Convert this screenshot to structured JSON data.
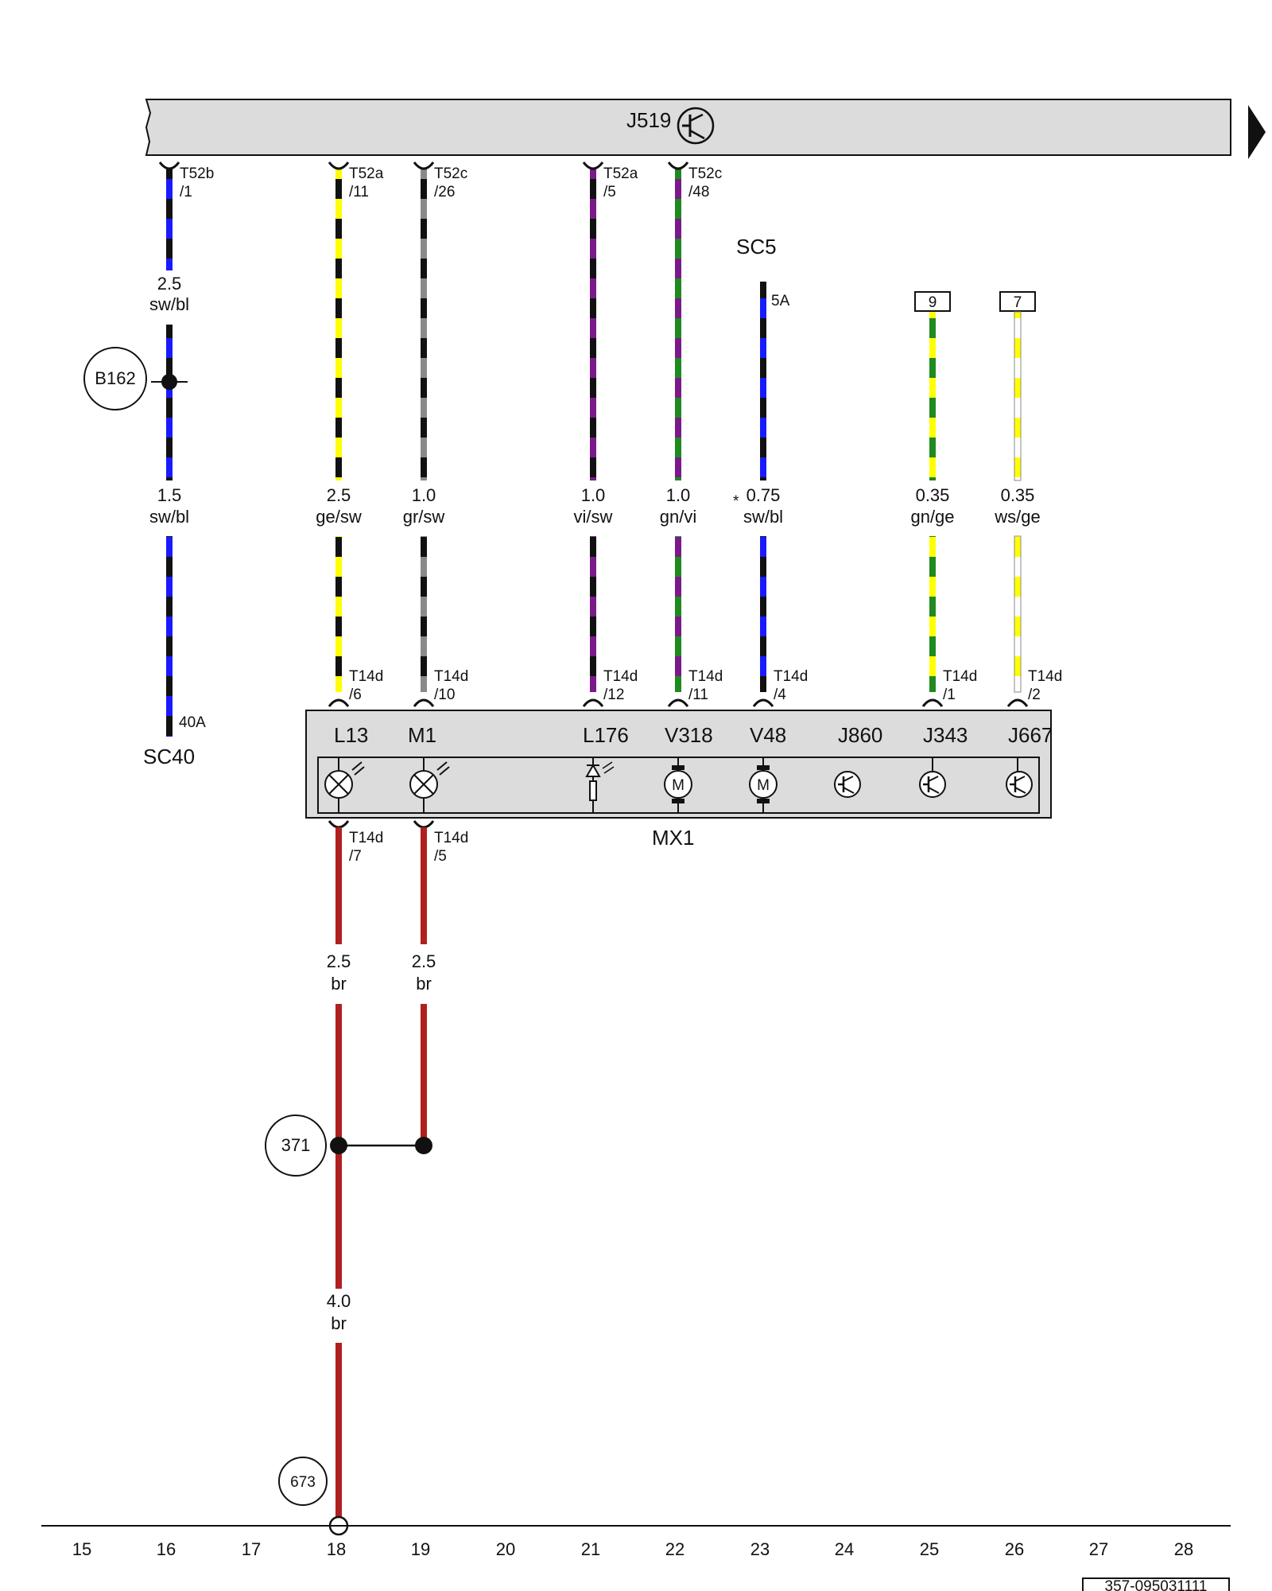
{
  "control_unit": {
    "name": "J519"
  },
  "fuse_top": {
    "name": "SC5",
    "rating": "5A"
  },
  "fuse_bottom": {
    "name": "SC40",
    "rating": "40A"
  },
  "module": {
    "name": "MX1",
    "components": [
      {
        "id": "L13",
        "type": "lamp"
      },
      {
        "id": "M1",
        "type": "lamp"
      },
      {
        "id": "L176",
        "type": "led"
      },
      {
        "id": "V318",
        "type": "motor"
      },
      {
        "id": "V48",
        "type": "motor"
      },
      {
        "id": "J860",
        "type": "control"
      },
      {
        "id": "J343",
        "type": "control"
      },
      {
        "id": "J667",
        "type": "control"
      }
    ]
  },
  "wires": [
    {
      "upper_pin": "T52b",
      "upper_sub": "/1",
      "size1": "2.5",
      "color1": "sw/bl",
      "size2": "1.5",
      "color2": "sw/bl",
      "colors": [
        "#111111",
        "#1a1aff"
      ]
    },
    {
      "upper_pin": "T52a",
      "upper_sub": "/11",
      "size": "2.5",
      "color": "ge/sw",
      "lower_pin": "T14d",
      "lower_sub": "/6",
      "colors": [
        "#ffff00",
        "#111111"
      ]
    },
    {
      "upper_pin": "T52c",
      "upper_sub": "/26",
      "size": "1.0",
      "color": "gr/sw",
      "lower_pin": "T14d",
      "lower_sub": "/10",
      "colors": [
        "#8a8a8a",
        "#111111"
      ]
    },
    {
      "upper_pin": "T52a",
      "upper_sub": "/5",
      "size": "1.0",
      "color": "vi/sw",
      "lower_pin": "T14d",
      "lower_sub": "/12",
      "colors": [
        "#7a1a8a",
        "#111111"
      ]
    },
    {
      "upper_pin": "T52c",
      "upper_sub": "/48",
      "size": "1.0",
      "color": "gn/vi",
      "lower_pin": "T14d",
      "lower_sub": "/11",
      "colors": [
        "#1f8a1f",
        "#7a1a8a"
      ]
    },
    {
      "size": "0.75",
      "color": "sw/bl",
      "marker": "*",
      "lower_pin": "T14d",
      "lower_sub": "/4",
      "colors": [
        "#111111",
        "#1a1aff"
      ]
    },
    {
      "ref": "9",
      "size": "0.35",
      "color": "gn/ge",
      "lower_pin": "T14d",
      "lower_sub": "/1",
      "colors": [
        "#1f8a1f",
        "#ffff00"
      ]
    },
    {
      "ref": "7",
      "size": "0.35",
      "color": "ws/ge",
      "lower_pin": "T14d",
      "lower_sub": "/2",
      "colors": [
        "#ffffff",
        "#ffff00"
      ]
    }
  ],
  "ground_wires": [
    {
      "pin": "T14d",
      "sub": "/7",
      "size": "2.5",
      "color": "br"
    },
    {
      "pin": "T14d",
      "sub": "/5",
      "size": "2.5",
      "color": "br"
    },
    {
      "size": "4.0",
      "color": "br"
    }
  ],
  "ground_color": "#b02020",
  "connection_points": {
    "splice": "B162",
    "junction": "371",
    "ground": "673"
  },
  "axis": [
    "15",
    "16",
    "17",
    "18",
    "19",
    "20",
    "21",
    "22",
    "23",
    "24",
    "25",
    "26",
    "27",
    "28"
  ],
  "drawing_number": "357-095031111"
}
